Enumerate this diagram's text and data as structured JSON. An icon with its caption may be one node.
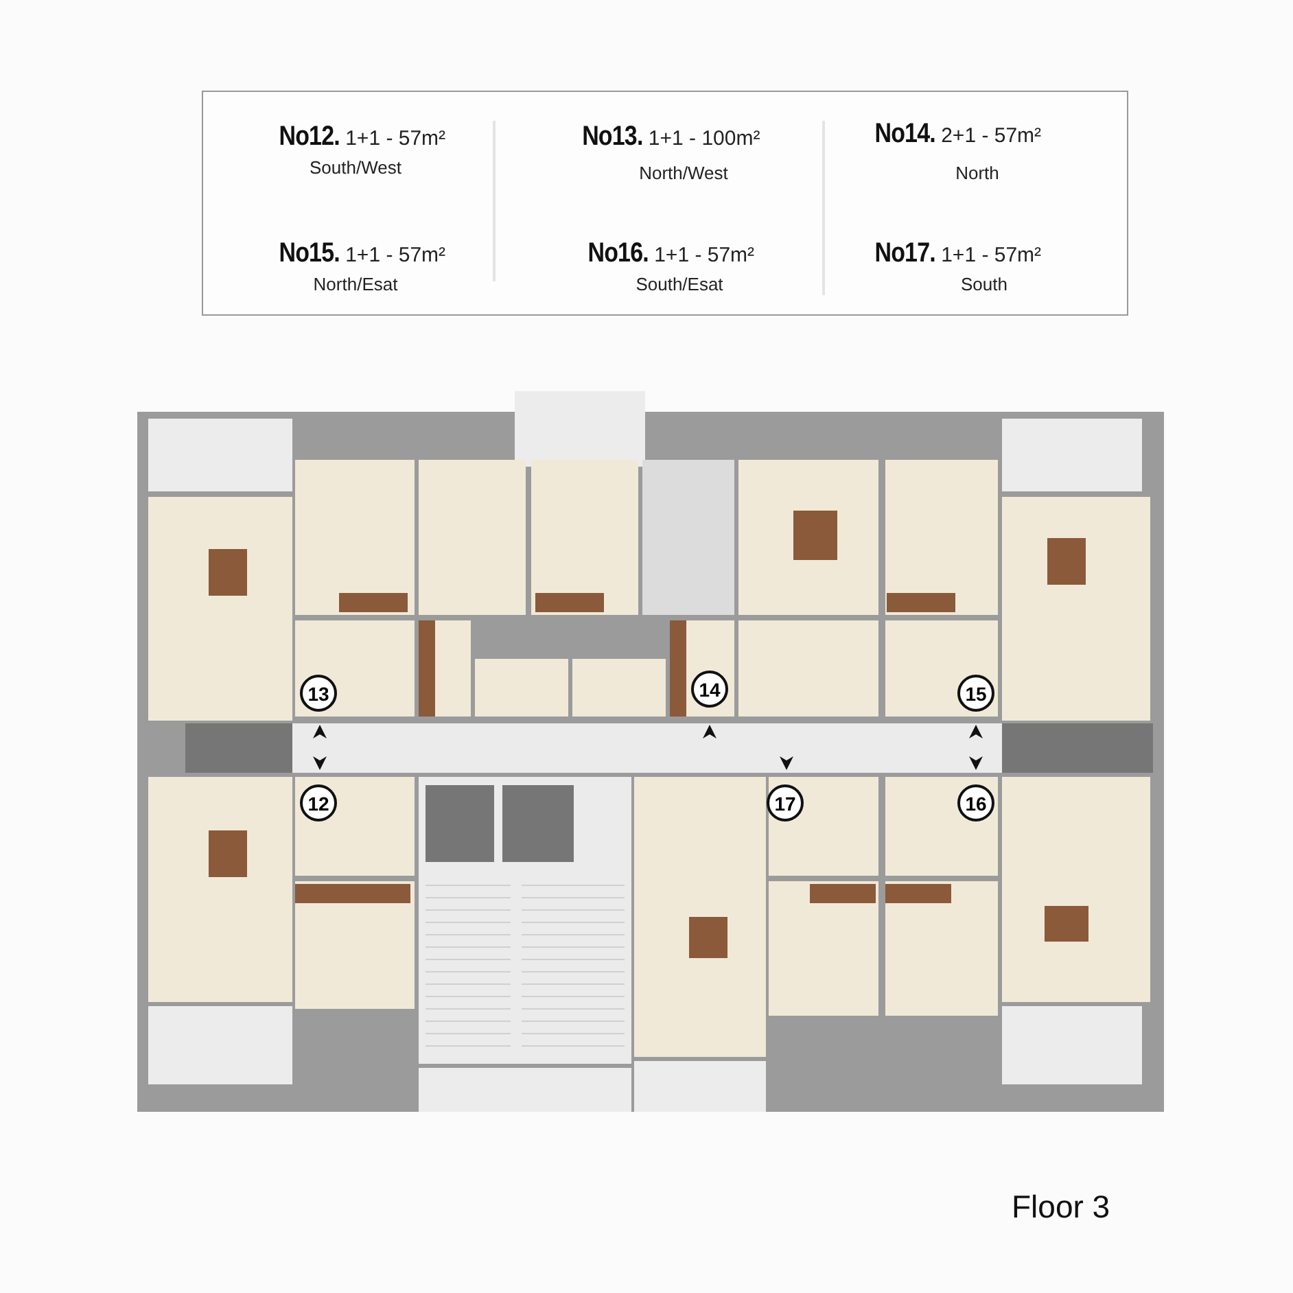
{
  "diagram": {
    "title": "Floor 3",
    "labels": [
      "**No12.** 1+1 - 57m²",
      "South/West",
      "**No13.** 1+1 - 100m²",
      "North/West",
      "**No14.** 2+1 - 57m²",
      "North",
      "**No15.** 1+1 - 57m²",
      "North/Esat",
      "**No16.** 1+1 - 57m²",
      "South/Esat",
      "**No17.** 1+1 - 57m²",
      "South",
      "13",
      "14",
      "15",
      "12",
      "17",
      "16"
    ]
  }
}
